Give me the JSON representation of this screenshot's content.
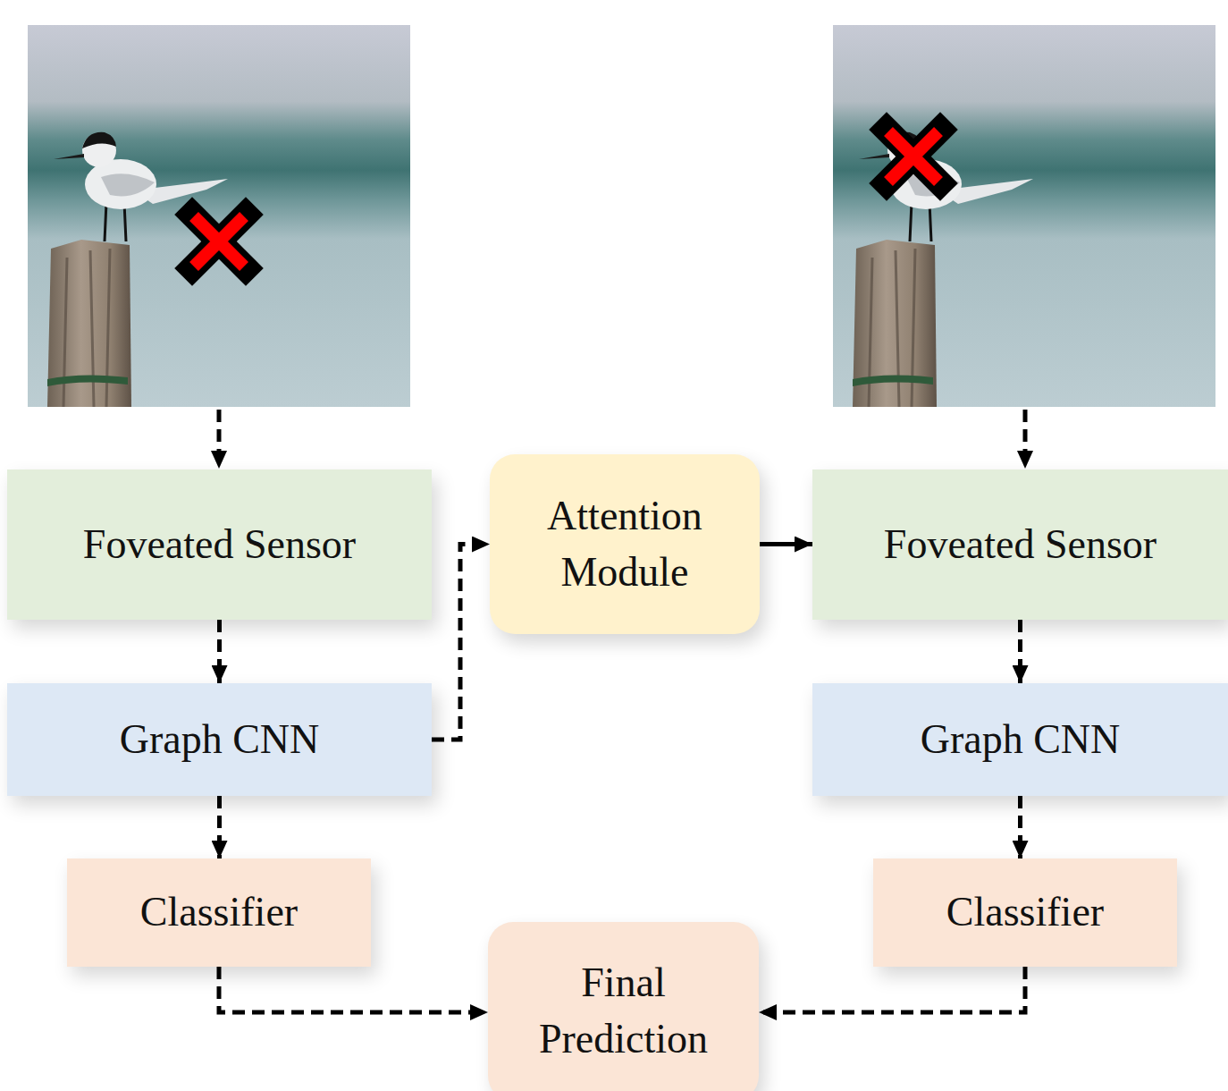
{
  "diagram": {
    "nodes": [
      {
        "text": [
          "Foveated Sensor"
        ]
      },
      {
        "text": [
          "Attention Module"
        ]
      },
      {
        "text": [
          "Foveated Sensor"
        ]
      },
      {
        "text": [
          "Graph CNN"
        ]
      },
      {
        "text": [
          "Graph CNN"
        ]
      },
      {
        "text": [
          "Classifier"
        ]
      },
      {
        "text": [
          "Classifier"
        ]
      },
      {
        "text": [
          "Final Prediction"
        ]
      }
    ],
    "edges": [
      {
        "from": 0,
        "to": 3,
        "arrow": "to"
      },
      {
        "from": 3,
        "to": 5,
        "arrow": "to"
      },
      {
        "from": 3,
        "to": 1,
        "arrow": "to"
      },
      {
        "from": 1,
        "to": 2,
        "arrow": "to"
      },
      {
        "from": 2,
        "to": 4,
        "arrow": "to"
      },
      {
        "from": 4,
        "to": 6,
        "arrow": "to"
      },
      {
        "from": 5,
        "to": 7,
        "arrow": "to"
      },
      {
        "from": 6,
        "to": 7,
        "arrow": "to"
      }
    ]
  }
}
